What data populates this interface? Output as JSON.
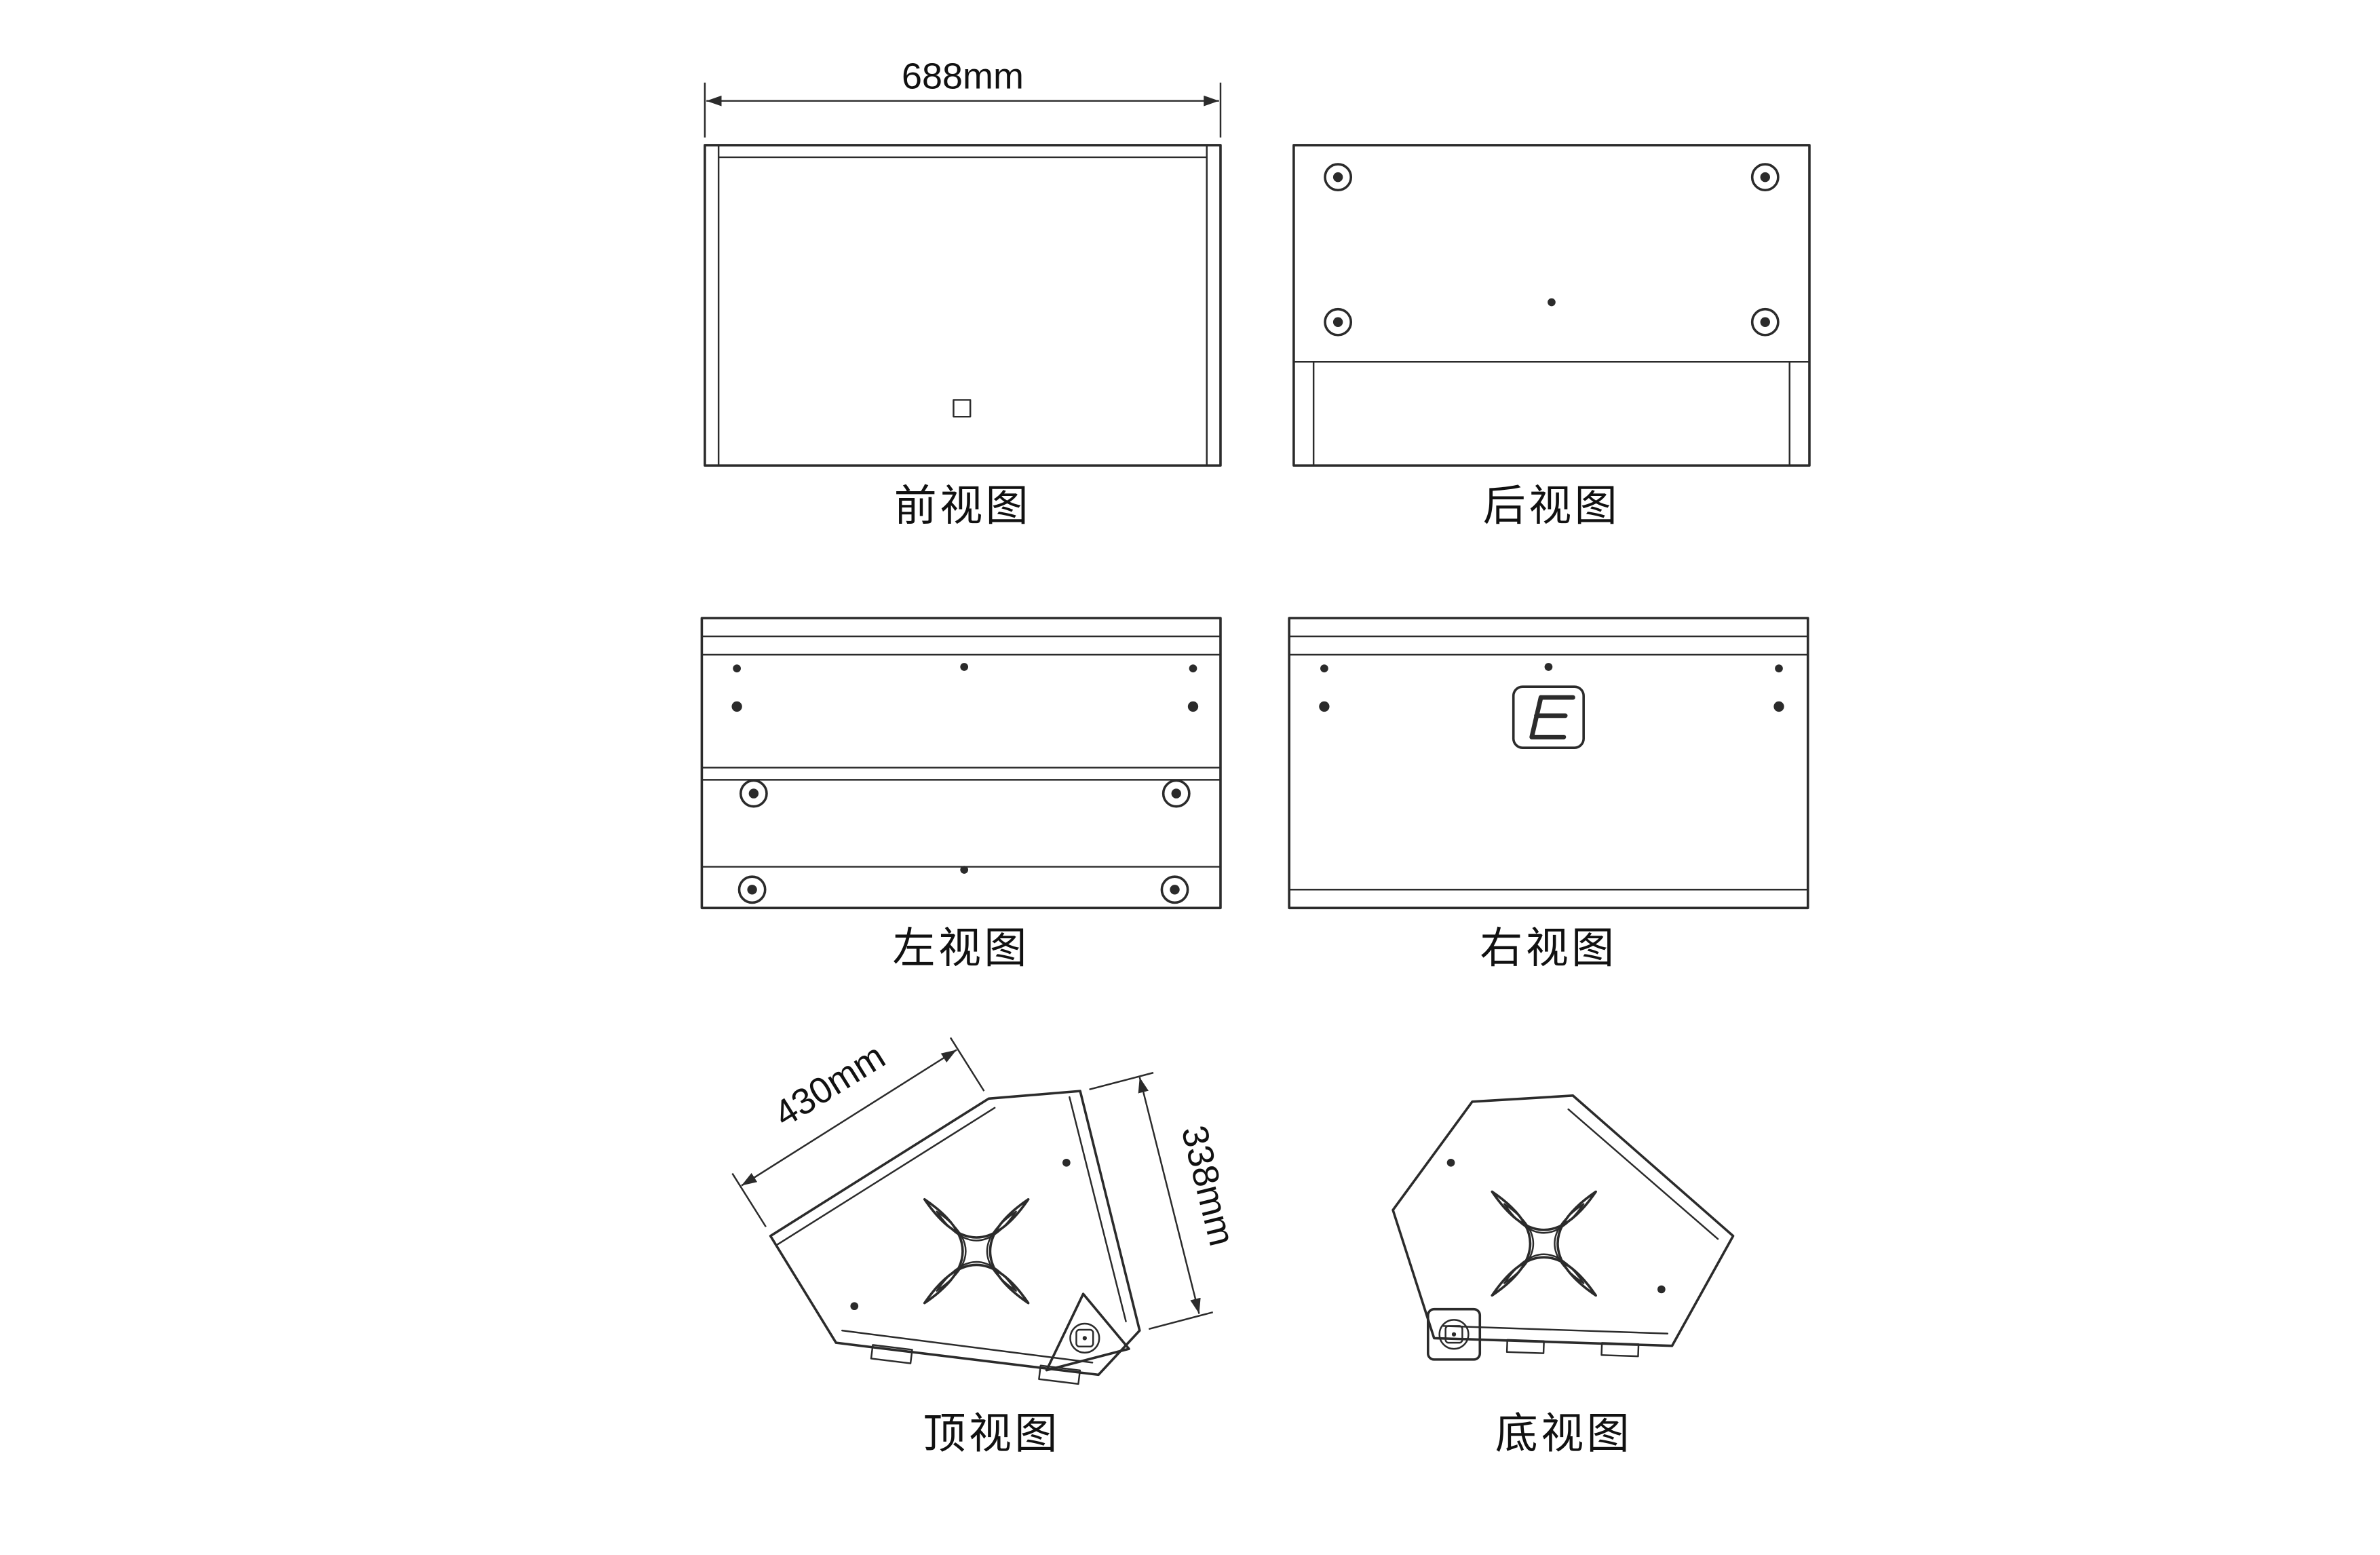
{
  "sheet": {
    "background": "#ffffff",
    "line_color": "#2b2b2b",
    "text_color": "#111111"
  },
  "dimensions": {
    "front_width": "688mm",
    "top_edge_left": "430mm",
    "top_edge_right": "338mm"
  },
  "icons": {
    "brand_logo": "stylized-E-mark",
    "handle": "x-shaped-handle-cutout",
    "connector": "speakon-connector"
  },
  "views": {
    "front": {
      "label": "前视图"
    },
    "rear": {
      "label": "后视图"
    },
    "left": {
      "label": "左视图"
    },
    "right": {
      "label": "右视图"
    },
    "top": {
      "label": "顶视图"
    },
    "bottom": {
      "label": "底视图"
    }
  }
}
